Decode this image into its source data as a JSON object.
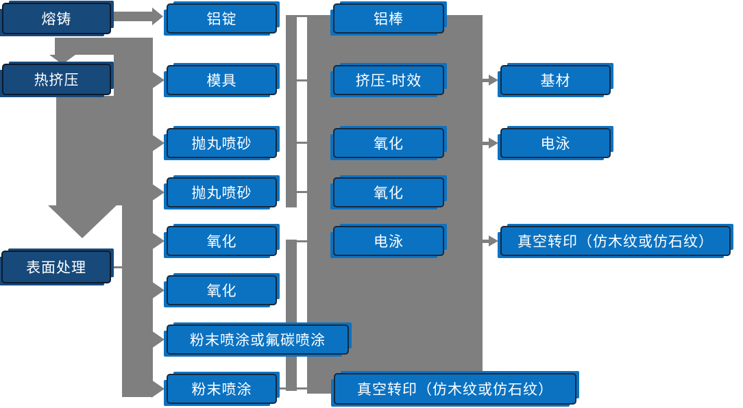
{
  "nodes": {
    "melting_casting": {
      "label": "熔铸"
    },
    "hot_extrusion": {
      "label": "热挤压"
    },
    "surface_treatment": {
      "label": "表面处理"
    },
    "aluminum_ingot": {
      "label": "铝锭"
    },
    "mold": {
      "label": "模具"
    },
    "shot_blast_1": {
      "label": "抛丸喷砂"
    },
    "shot_blast_2": {
      "label": "抛丸喷砂"
    },
    "oxidation_c2_1": {
      "label": "氧化"
    },
    "oxidation_c2_2": {
      "label": "氧化"
    },
    "powder_or_fluorocarbon": {
      "label": "粉末喷涂或氟碳喷涂"
    },
    "powder_coating": {
      "label": "粉末喷涂"
    },
    "aluminum_rod": {
      "label": "铝棒"
    },
    "extrusion_aging": {
      "label": "挤压-时效"
    },
    "oxidation_c3_1": {
      "label": "氧化"
    },
    "oxidation_c3_2": {
      "label": "氧化"
    },
    "electrophoresis_c3": {
      "label": "电泳"
    },
    "vacuum_transfer_bottom": {
      "label": "真空转印（仿木纹或仿石纹）"
    },
    "base_material": {
      "label": "基材"
    },
    "electrophoresis_c4": {
      "label": "电泳"
    },
    "vacuum_transfer_right": {
      "label": "真空转印（仿木纹或仿石纹）"
    }
  },
  "colors": {
    "dark_box": "#17497B",
    "dark_border": "#0A1B2E",
    "light_box": "#0B72C2",
    "light_border": "#16293D",
    "connector_gray": "#7F7F7F",
    "text_color": "#FFFFFF",
    "background": "#FFFFFF"
  }
}
